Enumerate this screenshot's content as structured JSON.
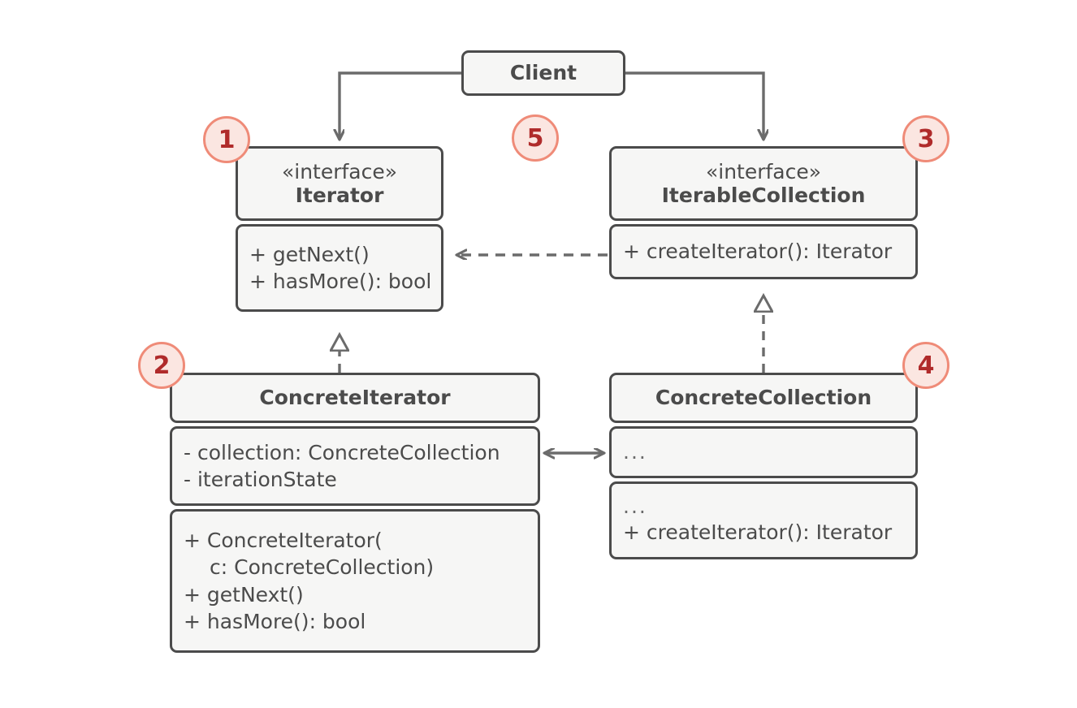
{
  "diagram": {
    "title": "Iterator design pattern UML class diagram",
    "background": "#ffffff",
    "line_color": "#6b6b6b",
    "box_border_color": "#4b4b4b",
    "box_fill_color": "#f6f6f5",
    "badge_fill_color": "#fbe6e1",
    "badge_border_color": "#ef8b78",
    "badge_text_color": "#b02b2b"
  },
  "nodes": {
    "client": {
      "name": "Client",
      "stereotype": "",
      "compartments": []
    },
    "iterator": {
      "stereotype": "«interface»",
      "name": "Iterator",
      "operations": [
        "+ getNext()",
        "+ hasMore(): bool"
      ]
    },
    "iterable_collection": {
      "stereotype": "«interface»",
      "name": "IterableCollection",
      "operations": [
        "+ createIterator(): Iterator"
      ]
    },
    "concrete_iterator": {
      "stereotype": "",
      "name": "ConcreteIterator",
      "attributes": [
        "- collection: ConcreteCollection",
        "- iterationState"
      ],
      "operations": [
        "+ ConcreteIterator(",
        "c: ConcreteCollection)",
        "+ getNext()",
        "+ hasMore(): bool"
      ]
    },
    "concrete_collection": {
      "stereotype": "",
      "name": "ConcreteCollection",
      "attributes": [
        "..."
      ],
      "operations": [
        "...",
        "+ createIterator(): Iterator"
      ]
    }
  },
  "badges": [
    {
      "id": "badge-1",
      "label": "1",
      "target": "iterator"
    },
    {
      "id": "badge-2",
      "label": "2",
      "target": "concrete_iterator"
    },
    {
      "id": "badge-3",
      "label": "3",
      "target": "iterable_collection"
    },
    {
      "id": "badge-4",
      "label": "4",
      "target": "concrete_collection"
    },
    {
      "id": "badge-5",
      "label": "5",
      "target": "client"
    }
  ],
  "relationships": [
    {
      "id": "client-to-iterator",
      "from": "Client",
      "to": "Iterator",
      "type": "association",
      "style": "solid",
      "arrow": "open"
    },
    {
      "id": "client-to-iterable-collection",
      "from": "Client",
      "to": "IterableCollection",
      "type": "association",
      "style": "solid",
      "arrow": "open"
    },
    {
      "id": "iterable-collection-to-iterator",
      "from": "IterableCollection",
      "to": "Iterator",
      "type": "dependency",
      "style": "dashed",
      "arrow": "open"
    },
    {
      "id": "concrete-iterator-realizes-iterator",
      "from": "ConcreteIterator",
      "to": "Iterator",
      "type": "realization",
      "style": "dashed",
      "arrow": "hollow-triangle"
    },
    {
      "id": "concrete-collection-realizes-iterable-collection",
      "from": "ConcreteCollection",
      "to": "IterableCollection",
      "type": "realization",
      "style": "dashed",
      "arrow": "hollow-triangle"
    },
    {
      "id": "concrete-iterator-to-concrete-collection",
      "from": "ConcreteIterator",
      "to": "ConcreteCollection",
      "type": "association",
      "style": "solid",
      "arrow": "bidirectional-open"
    }
  ]
}
